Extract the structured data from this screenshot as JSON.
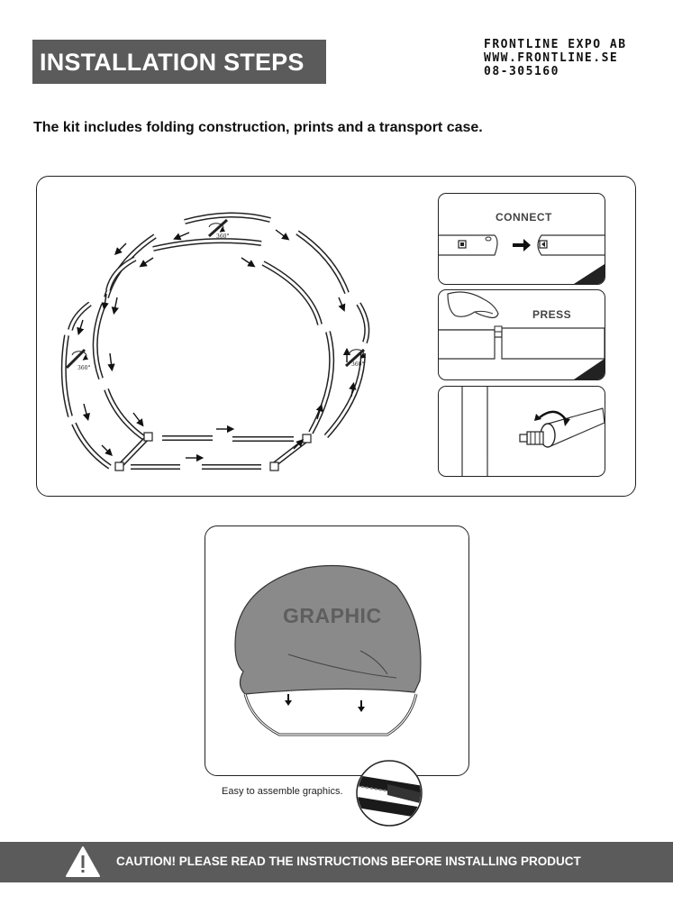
{
  "header": {
    "title": "INSTALLATION STEPS"
  },
  "company": {
    "name": "FRONTLINE EXPO AB",
    "website": "WWW.FRONTLINE.SE",
    "phone": "08-305160"
  },
  "intro": {
    "text": "The kit includes folding construction, prints and a transport case."
  },
  "frame_diagram": {
    "rotation_label_top": "360°",
    "rotation_label_left": "360°",
    "rotation_label_right": "360°"
  },
  "insets": {
    "connect": {
      "label": "CONNECT"
    },
    "press": {
      "label": "PRESS"
    }
  },
  "graphic_panel": {
    "graphic_label": "GRAPHIC",
    "caption": "Easy to assemble graphics."
  },
  "footer": {
    "warning_icon": "warning-triangle-icon",
    "text": "CAUTION!  PLEASE READ THE INSTRUCTIONS BEFORE INSTALLING PRODUCT"
  }
}
